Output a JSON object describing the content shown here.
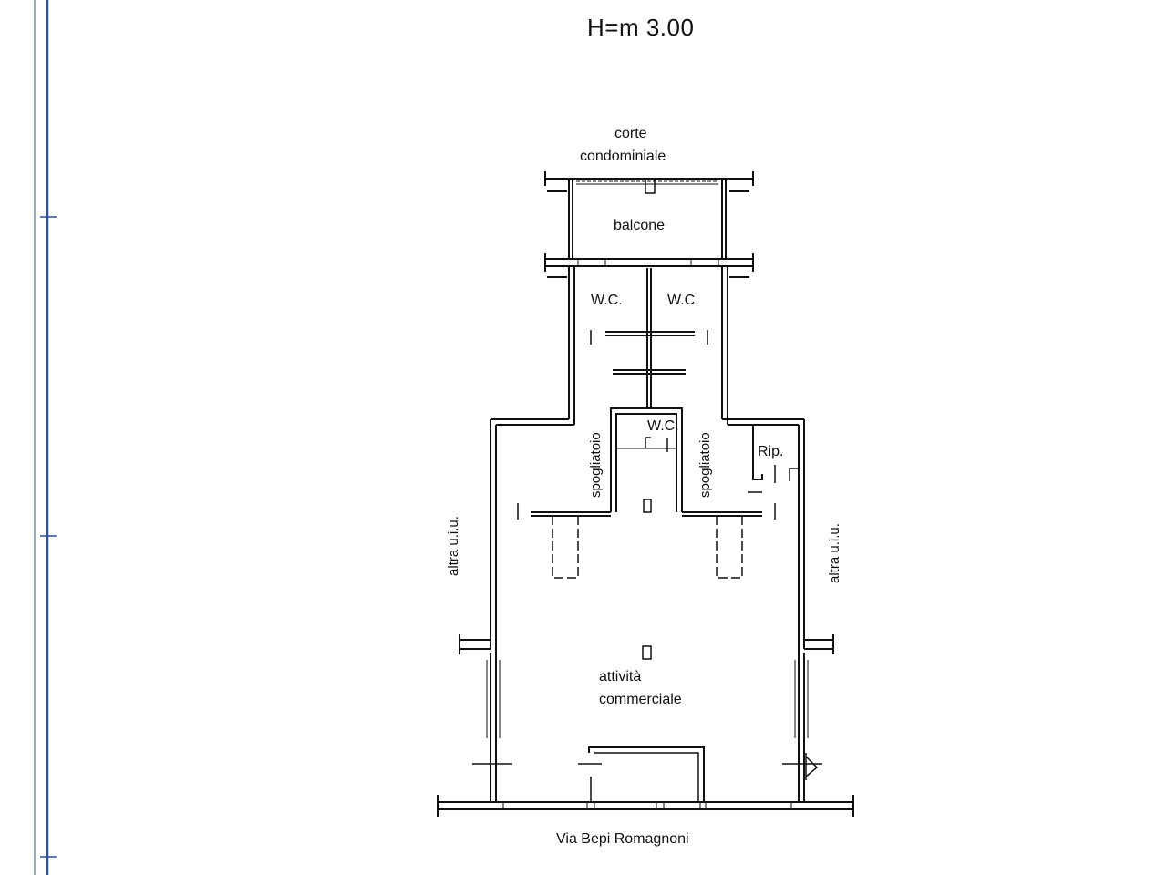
{
  "plan": {
    "height_note": "H=m 3.00",
    "labels": {
      "courtyard_line1": "corte",
      "courtyard_line2": "condominiale",
      "balcony": "balcone",
      "wc_left": "W.C.",
      "wc_right": "W.C.",
      "wc_center": "W.C.",
      "changing_left": "spogliatoio",
      "changing_right": "spogliatoio",
      "storage": "Rip.",
      "neighbor_left": "altra u.i.u.",
      "neighbor_right": "altra u.i.u.",
      "shop_line1": "attività",
      "shop_line2": "commerciale",
      "street": "Via Bepi Romagnoni"
    },
    "colors": {
      "line": "#111111",
      "margin_line": "#2f4fa0",
      "background": "#ffffff"
    }
  }
}
